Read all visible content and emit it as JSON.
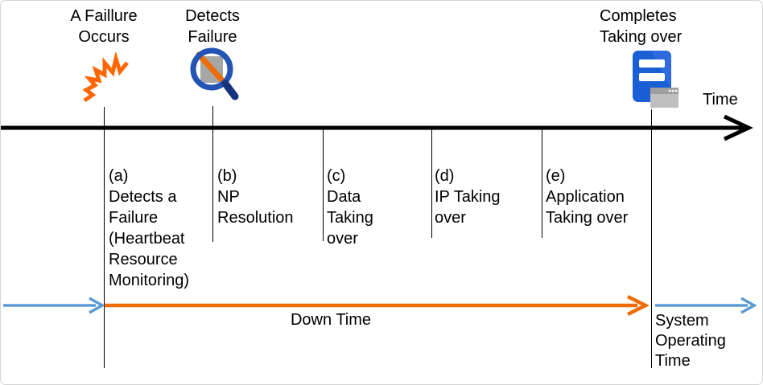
{
  "colors": {
    "accent-blue": "#5B9BD5",
    "accent-orange": "#ED6C05",
    "explosion-orange": "#FF6600",
    "magnifier-blue": "#2353B5",
    "magnifier-handle-blue": "#16337E",
    "magnifier-gray": "#A6A6A6",
    "slash-orange": "#ED6C05",
    "server-blue": "#1A5FD4",
    "server-blue-light": "#2F6BDF",
    "window-gray-title": "#9E9E9E",
    "window-gray-body": "#BFBFBF",
    "axis-black": "#000000"
  },
  "events": [
    {
      "label": "A Faillure\nOccurs",
      "icon": "explosion-icon"
    },
    {
      "label": "Detects\nFailure",
      "icon": "failure-detect-icon"
    },
    {
      "label": "Completes\nTaking over",
      "icon": "server-takeover-icon"
    }
  ],
  "axis": {
    "label": "Time"
  },
  "phases": [
    {
      "marker": "(a)",
      "label": "Detects a\n Failure\n(Heartbeat\nResource\nMonitoring)"
    },
    {
      "marker": "(b)",
      "label": "NP\nResolution"
    },
    {
      "marker": "(c)",
      "label": "Data\nTaking\nover"
    },
    {
      "marker": "(d)",
      "label": "IP Taking\nover"
    },
    {
      "marker": "(e)",
      "label": "Application\nTaking over"
    }
  ],
  "spans": {
    "down_time": "Down Time",
    "system_operating_time": "System\nOperating\nTime"
  }
}
